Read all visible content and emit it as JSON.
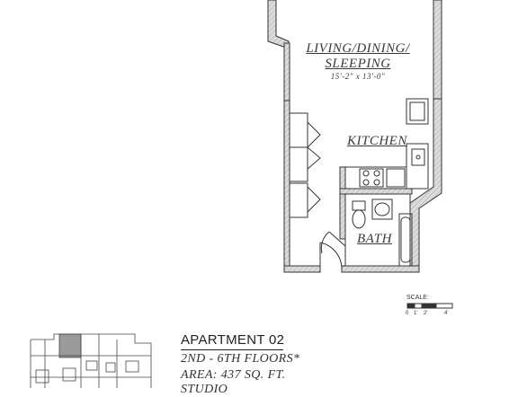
{
  "rooms": {
    "living": {
      "line1": "LIVING/DINING/",
      "line2": "SLEEPING",
      "dims": "15'-2\" x 13'-0\""
    },
    "kitchen": {
      "label": "KITCHEN"
    },
    "bath": {
      "label": "BATH"
    }
  },
  "scale": {
    "label": "SCALE:",
    "ticks": [
      "0",
      "1'",
      "2'",
      "4'"
    ]
  },
  "apartment": {
    "title": "APARTMENT 02",
    "floors": "2ND - 6TH FLOORS*",
    "area": "AREA: 437 SQ. FT.",
    "type": "STUDIO"
  },
  "colors": {
    "wall_fill": "#d6d6d6",
    "line": "#333333",
    "key_highlight": "#9a9a9a"
  }
}
